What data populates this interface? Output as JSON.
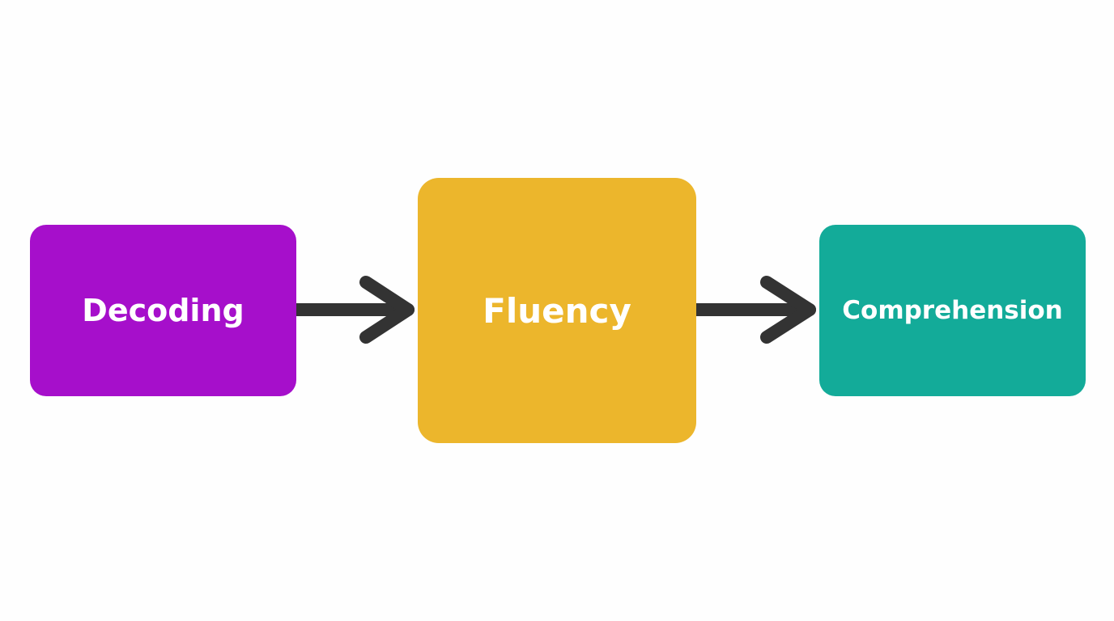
{
  "diagram": {
    "nodes": [
      {
        "id": "decoding",
        "label": "Decoding",
        "color": "#a60fcb"
      },
      {
        "id": "fluency",
        "label": "Fluency",
        "color": "#ecb62c"
      },
      {
        "id": "comprehension",
        "label": "Comprehension",
        "color": "#13ab99"
      }
    ],
    "edges": [
      {
        "from": "decoding",
        "to": "fluency"
      },
      {
        "from": "fluency",
        "to": "comprehension"
      }
    ],
    "arrow_color": "#333333",
    "background": "#fefefe"
  }
}
